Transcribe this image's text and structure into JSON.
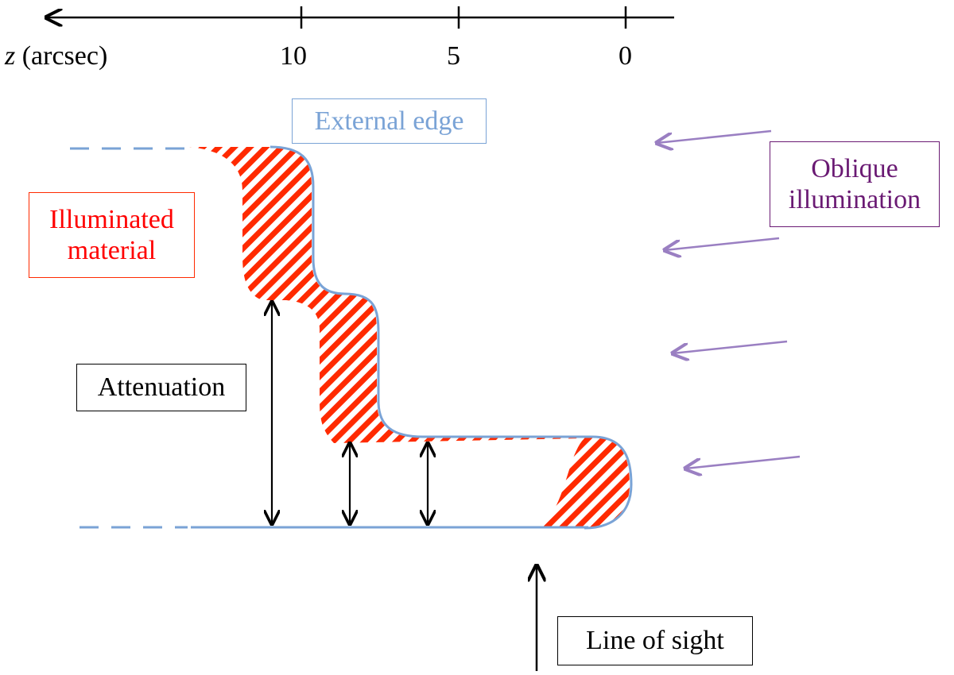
{
  "axis": {
    "variable": "z",
    "unit": "(arcsec)",
    "ticks": [
      "10",
      "5",
      "0"
    ]
  },
  "labels": {
    "external_edge": "External edge",
    "oblique_illumination": "Oblique\nillumination",
    "illuminated_material": "Illuminated\nmaterial",
    "attenuation": "Attenuation",
    "line_of_sight": "Line of sight"
  },
  "colors": {
    "edge_blue": "#7aa3d6",
    "hatch_red": "#ff2a00",
    "arrow_purple": "#9a7fc2",
    "purple_text": "#6a1a73",
    "red_text": "#ff0000",
    "black": "#000000"
  }
}
